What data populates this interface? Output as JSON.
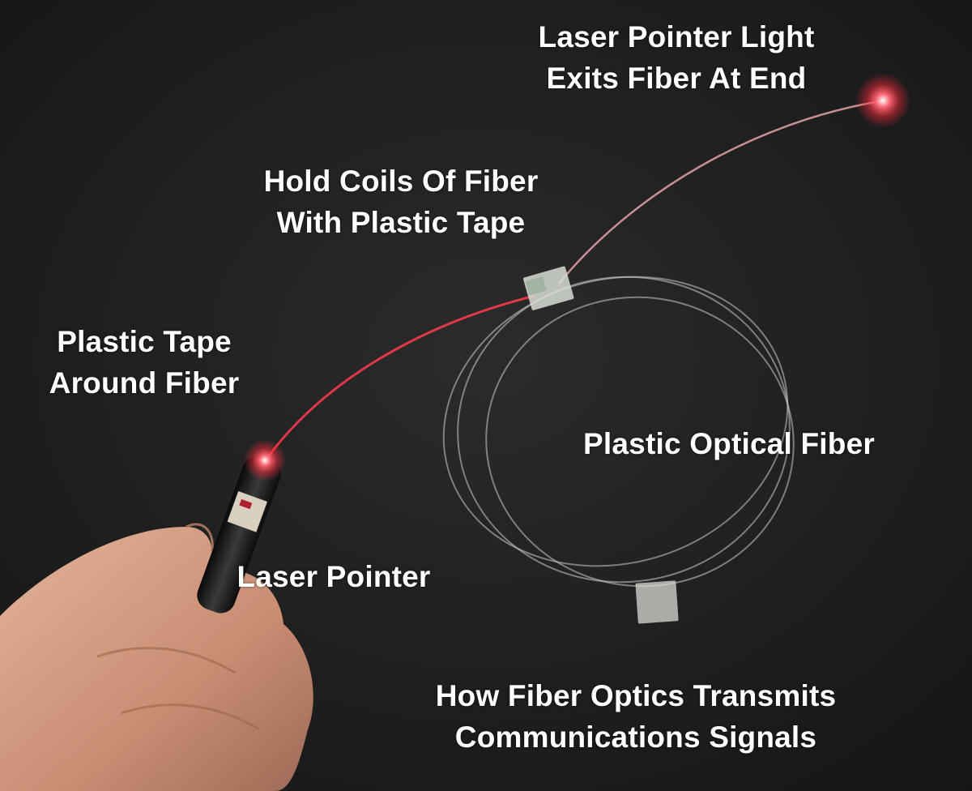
{
  "photo": {
    "subject": "plastic-optical-fiber-demo",
    "colors": {
      "background": "#1e1e1e",
      "laser": "#ff2a3c",
      "fiber": "#cfc7c8",
      "skin": "#d9a58a",
      "label": "#ffffff"
    }
  },
  "labels": {
    "exit": {
      "line1": "Laser Pointer Light",
      "line2": "Exits Fiber At End"
    },
    "coils": {
      "line1": "Hold Coils Of Fiber",
      "line2": "With Plastic Tape"
    },
    "tape": {
      "line1": "Plastic Tape",
      "line2": "Around Fiber"
    },
    "fiber": {
      "line1": "Plastic Optical Fiber"
    },
    "pointer": {
      "line1": "Laser Pointer"
    },
    "caption": {
      "line1": "How Fiber Optics Transmits",
      "line2": "Communications Signals"
    }
  }
}
